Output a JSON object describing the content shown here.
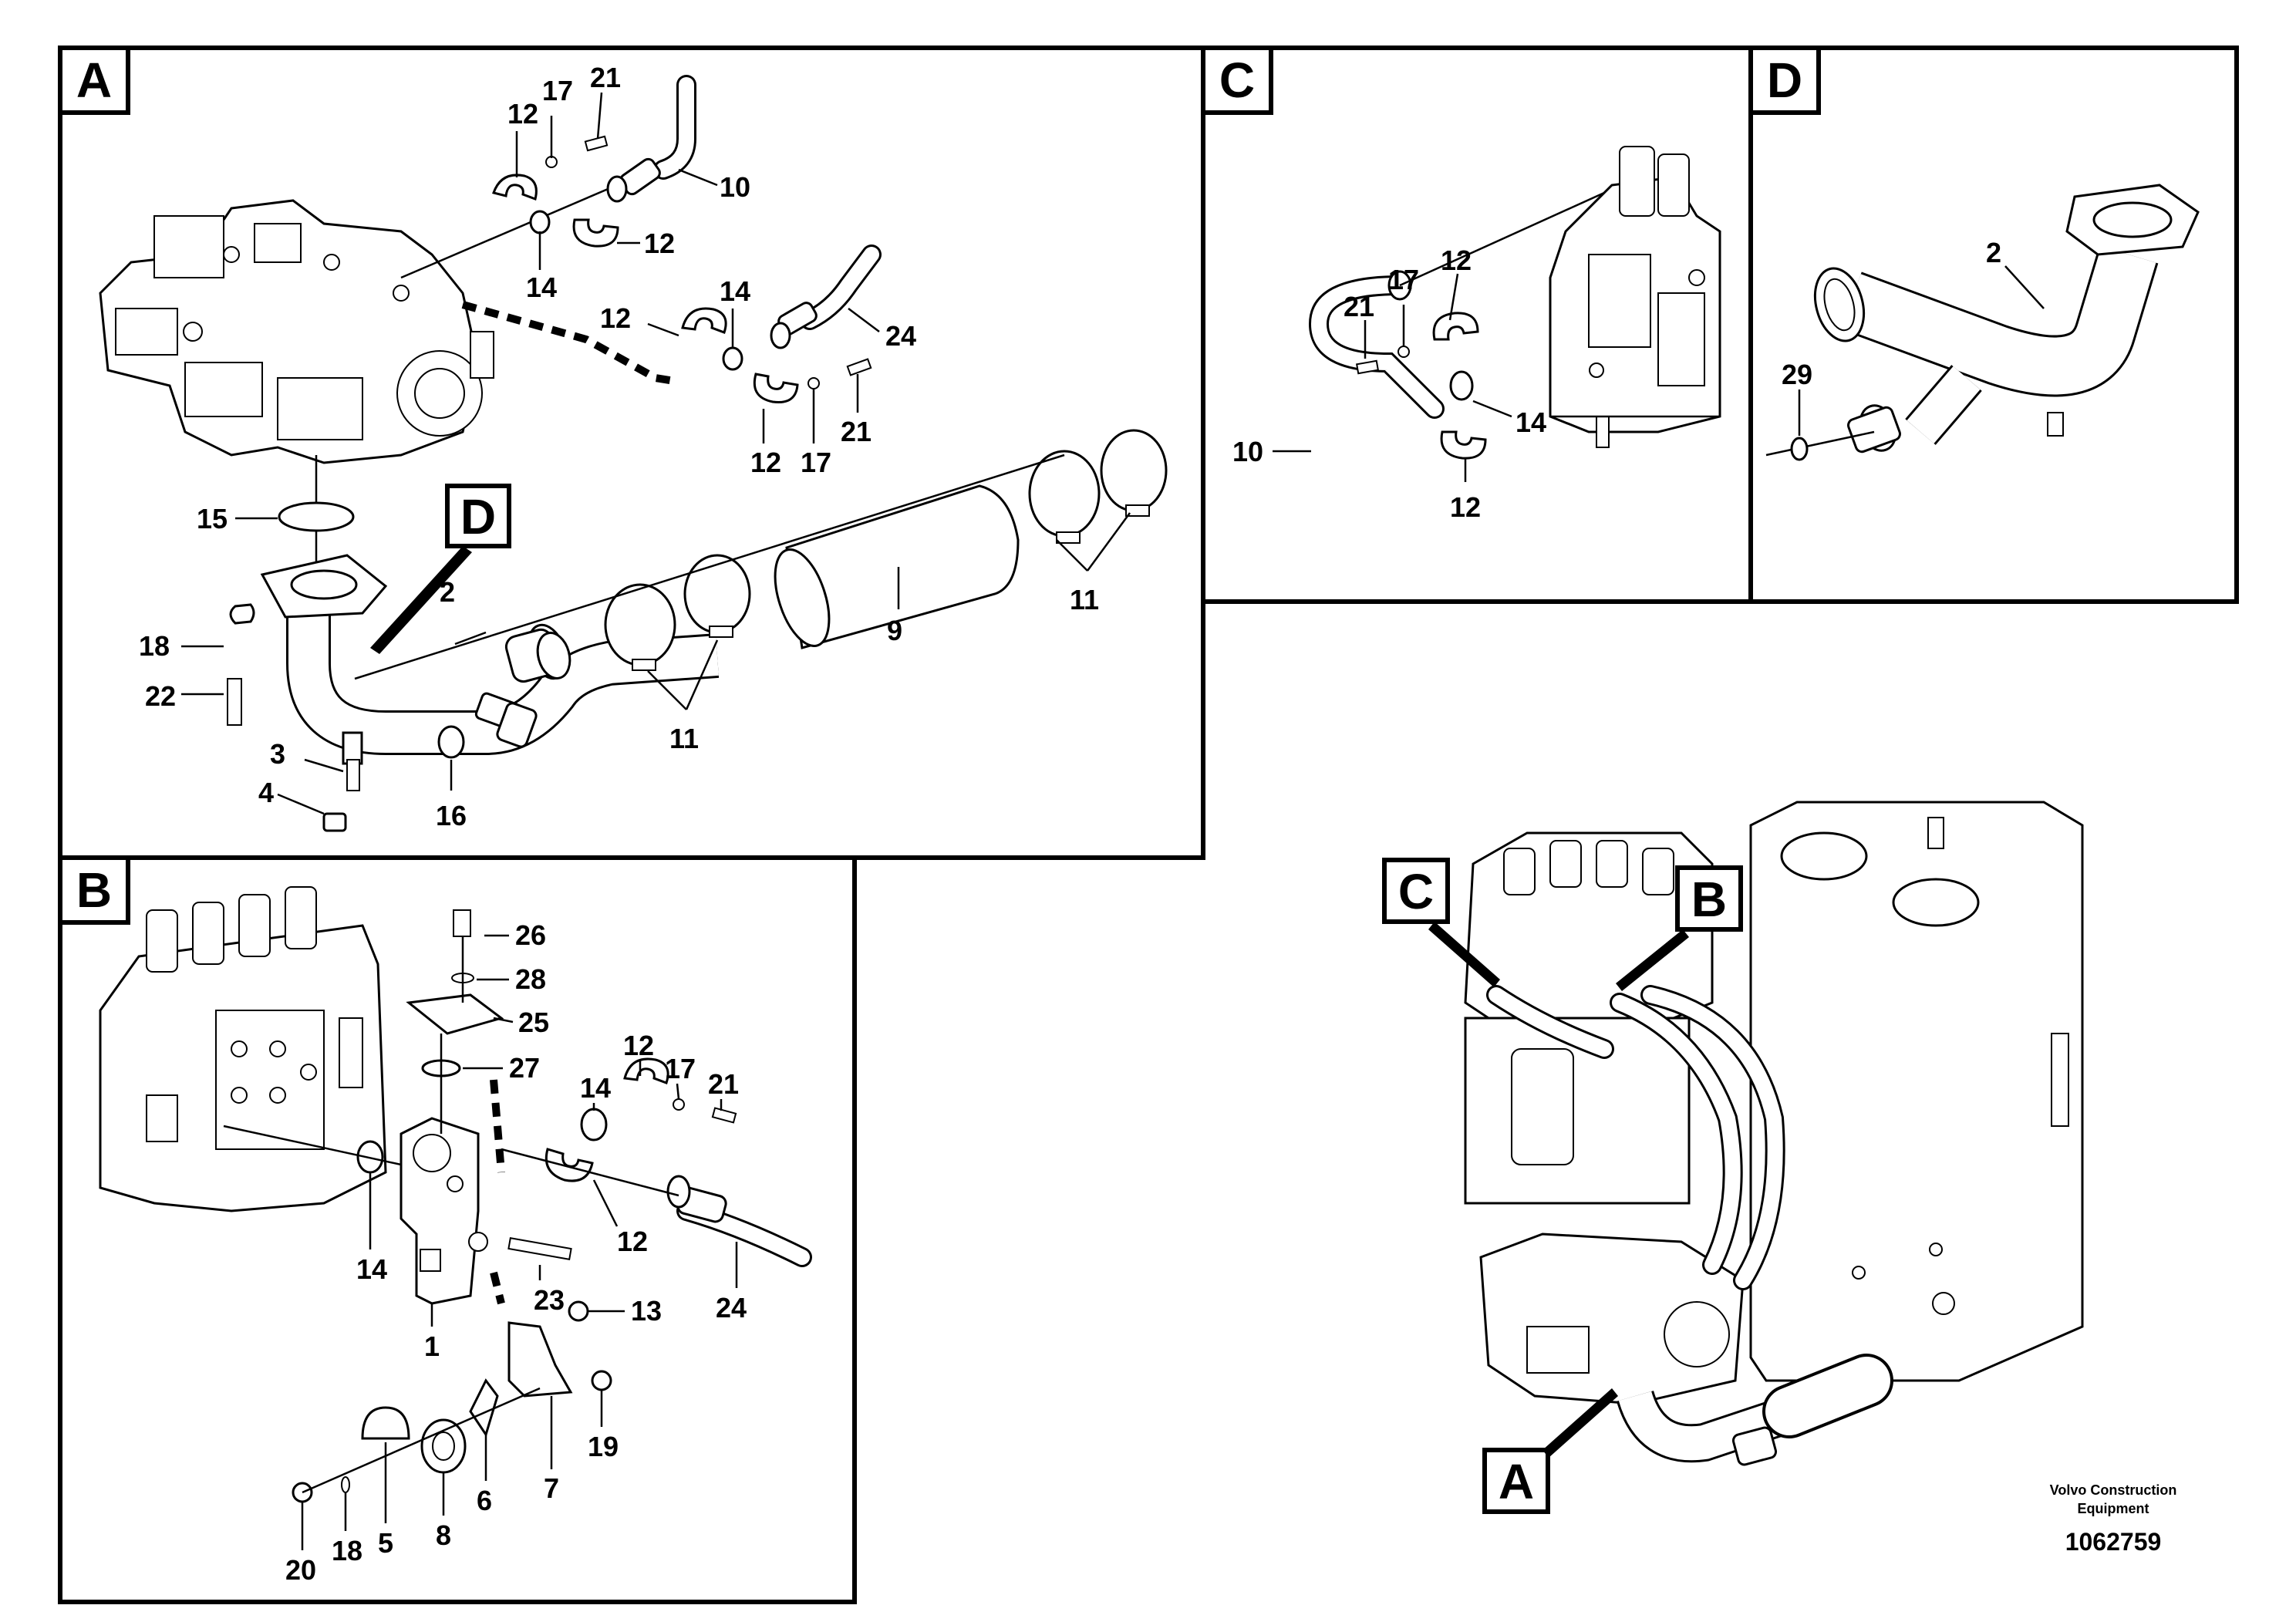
{
  "panels": {
    "A": {
      "letter": "A"
    },
    "B": {
      "letter": "B"
    },
    "C": {
      "letter": "C"
    },
    "D": {
      "letter": "D"
    }
  },
  "overview_callouts": {
    "A": "A",
    "B": "B",
    "C": "C"
  },
  "callout_D_in_A": "D",
  "labels_A": {
    "p12a": "12",
    "p17a": "17",
    "p21a": "21",
    "p10": "10",
    "p14a": "14",
    "p12b": "12",
    "p12c": "12",
    "p14b": "14",
    "p24": "24",
    "p12d": "12",
    "p17b": "17",
    "p21b": "21",
    "p15": "15",
    "p2": "2",
    "p9": "9",
    "p11a": "11",
    "p18": "18",
    "p22": "22",
    "p11b": "11",
    "p3": "3",
    "p4": "4",
    "p16": "16"
  },
  "labels_B": {
    "p26": "26",
    "p28": "28",
    "p25": "25",
    "p27": "27",
    "p12a": "12",
    "p14a": "14",
    "p17": "17",
    "p21": "21",
    "p14b": "14",
    "p12b": "12",
    "p23": "23",
    "p24": "24",
    "p1": "1",
    "p13": "13",
    "p19": "19",
    "p7": "7",
    "p6": "6",
    "p8": "8",
    "p5": "5",
    "p18": "18",
    "p20": "20"
  },
  "labels_C": {
    "p12a": "12",
    "p17": "17",
    "p21": "21",
    "p14": "14",
    "p10": "10",
    "p12b": "12"
  },
  "labels_D": {
    "p2": "2",
    "p29": "29"
  },
  "footer": {
    "company_line1": "Volvo Construction",
    "company_line2": "Equipment",
    "drawing_number": "1062759"
  }
}
